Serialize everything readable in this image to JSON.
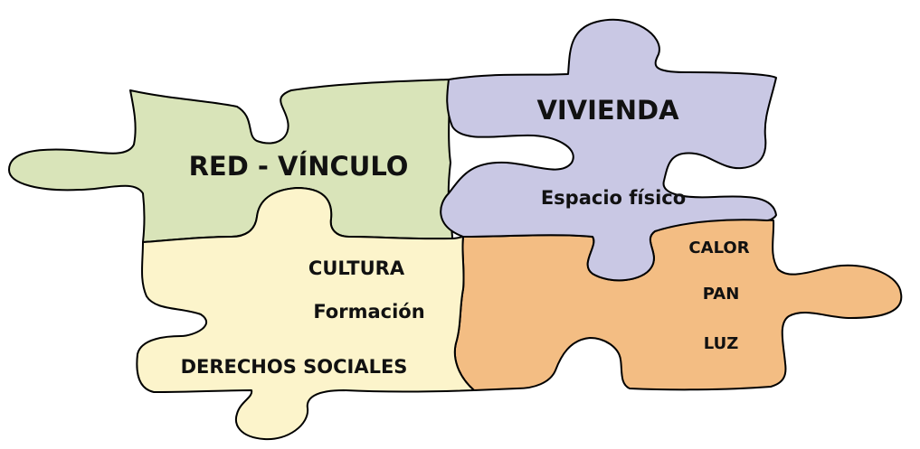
{
  "colors": {
    "red_vinculo": "#d9e4b9",
    "vivienda": "#c9c8e4",
    "cultura": "#fcf4cb",
    "calor": "#f3bd83",
    "outline": "#000000"
  },
  "pieces": {
    "red_vinculo": {
      "title": "RED - VÍNCULO"
    },
    "vivienda": {
      "title": "VIVIENDA",
      "subtitle": "Espacio físico"
    },
    "cultura": {
      "title": "CULTURA",
      "line2": "Formación",
      "line3": "DERECHOS SOCIALES"
    },
    "calor": {
      "line1": "CALOR",
      "line2": "PAN",
      "line3": "LUZ"
    }
  }
}
